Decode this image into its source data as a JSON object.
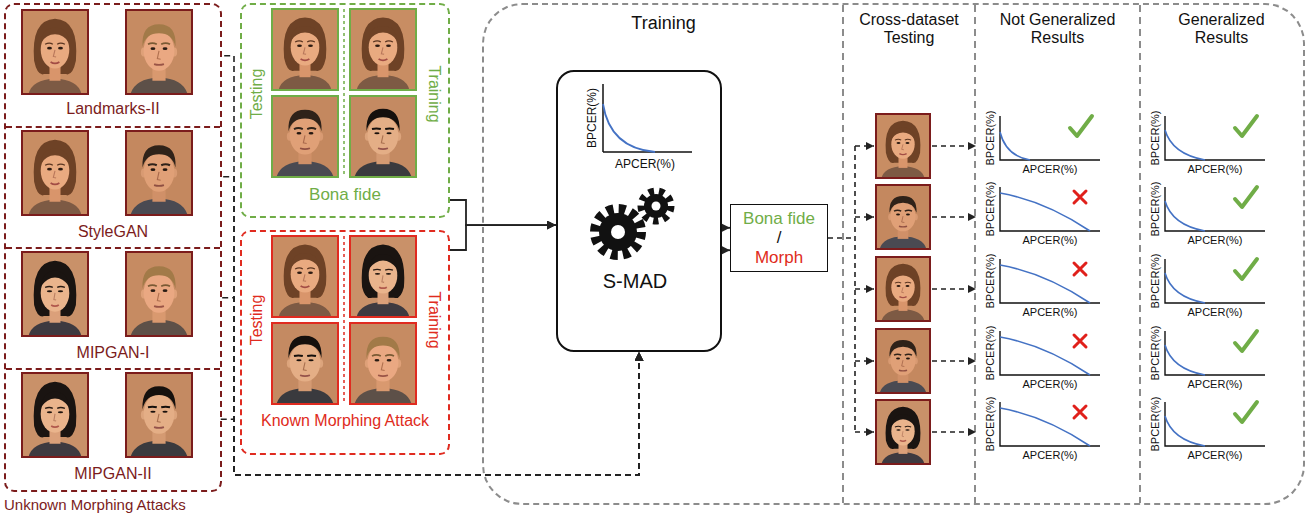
{
  "diagram": {
    "nodes": [
      {
        "text": [
          "Unknown Morphing Attacks"
        ]
      },
      {
        "text": [
          "Landmarks-II"
        ],
        "in": 0
      },
      {
        "text": [
          "StyleGAN"
        ],
        "in": 0
      },
      {
        "text": [
          "MIPGAN-I"
        ],
        "in": 0
      },
      {
        "text": [
          "MIPGAN-II"
        ],
        "in": 0
      },
      {
        "text": [
          "Testing",
          "Training",
          "Bona fide"
        ]
      },
      {
        "text": [
          "Testing",
          "Training",
          "Known Morphing Attack"
        ]
      },
      {
        "text": [
          "Training",
          "Cross-dataset Testing",
          "Not Generalized Results",
          "Generalized Results"
        ]
      },
      {
        "text": [
          "BPCER(%)",
          "APCER(%)",
          "S-MAD"
        ],
        "in": 7
      },
      {
        "text": [
          "Bona fide",
          "/",
          "Morph"
        ],
        "in": 7
      }
    ],
    "edges": [
      {
        "from": 1,
        "to": 8,
        "arrow": "to"
      },
      {
        "from": 2,
        "to": 8,
        "arrow": "to"
      },
      {
        "from": 3,
        "to": 8,
        "arrow": "to"
      },
      {
        "from": 4,
        "to": 8,
        "arrow": "to"
      },
      {
        "from": 5,
        "to": 8,
        "arrow": "to"
      },
      {
        "from": 6,
        "to": 8,
        "arrow": "to"
      },
      {
        "from": 8,
        "to": 9,
        "arrow": "to"
      },
      {
        "from": 8,
        "to": 9,
        "arrow": "to"
      }
    ],
    "labels": [
      "BPCER(%)",
      "APCER(%)",
      "BPCER(%)",
      "APCER(%)",
      "BPCER(%)",
      "APCER(%)",
      "BPCER(%)",
      "APCER(%)",
      "BPCER(%)",
      "APCER(%)",
      "BPCER(%)",
      "APCER(%)",
      "BPCER(%)",
      "APCER(%)",
      "BPCER(%)",
      "APCER(%)",
      "BPCER(%)",
      "APCER(%)",
      "BPCER(%)",
      "APCER(%)"
    ]
  }
}
